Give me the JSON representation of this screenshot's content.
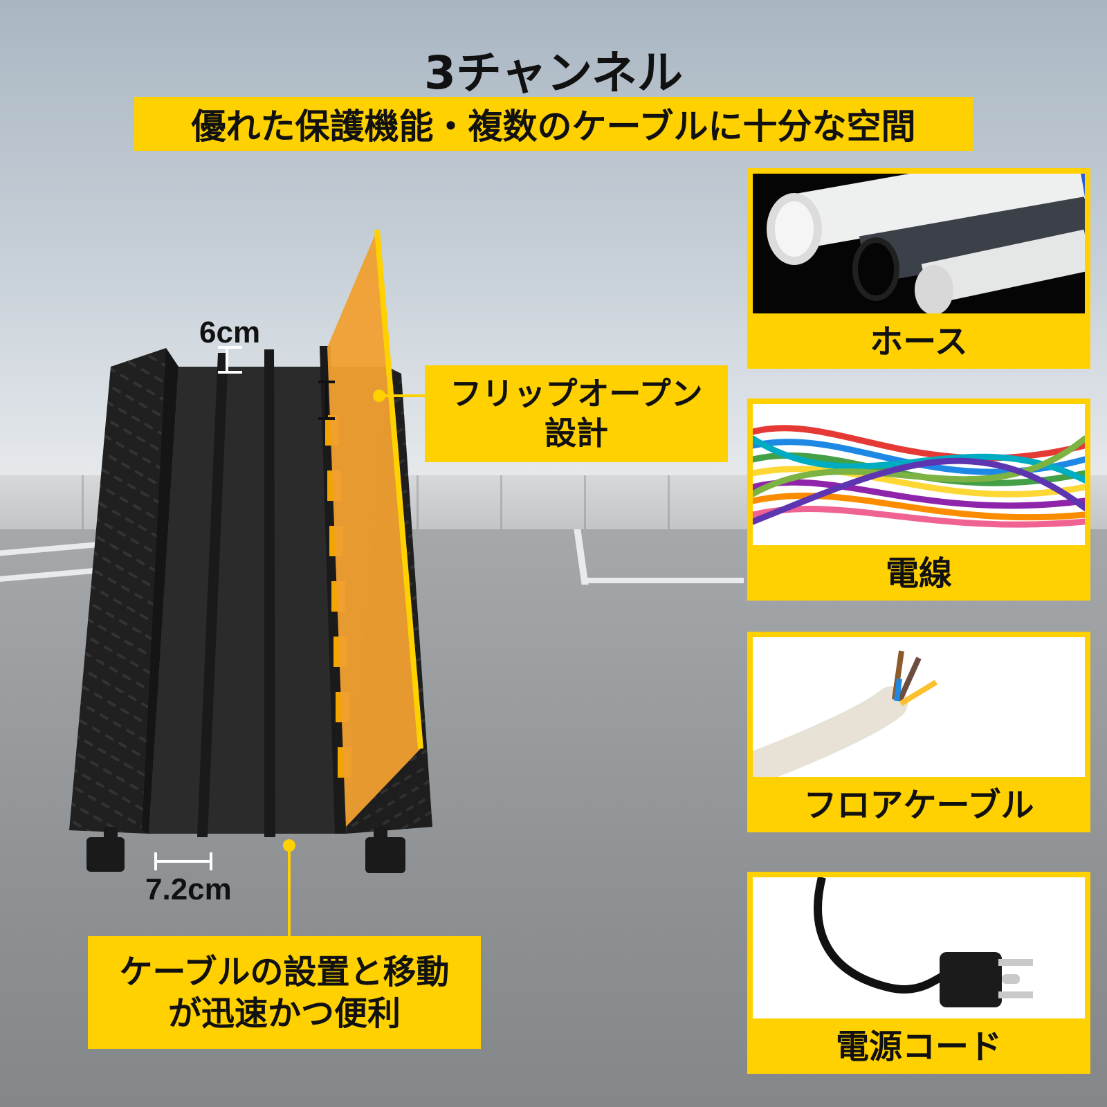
{
  "header": {
    "title": "3チャンネル",
    "subtitle": "優れた保護機能・複数のケーブルに十分な空間"
  },
  "dimensions": {
    "height": "6cm",
    "width": "7.2cm"
  },
  "callouts": {
    "flip_line1": "フリップオープン",
    "flip_line2": "設計",
    "cable_line1": "ケーブルの設置と移動",
    "cable_line2": "が迅速かつ便利"
  },
  "uses": [
    {
      "label": "ホース",
      "icon": "pipes-photo"
    },
    {
      "label": "電線",
      "icon": "colored-wires-photo"
    },
    {
      "label": "フロアケーブル",
      "icon": "floor-cable-photo"
    },
    {
      "label": "電源コード",
      "icon": "power-plug-photo"
    }
  ],
  "colors": {
    "accent_yellow": "#ffd100",
    "rubber_black": "#1c1c1c",
    "text": "#111111"
  }
}
